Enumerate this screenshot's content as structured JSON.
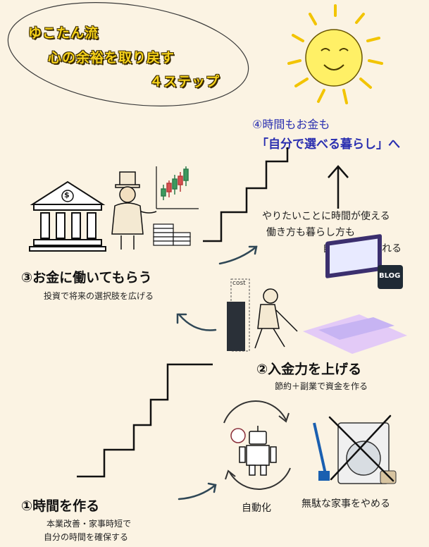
{
  "title": {
    "line1": "ゆこたん流",
    "line2": "心の余裕を取り戻す",
    "line3": "４ステップ"
  },
  "goal": {
    "line1": "④時間もお金も",
    "line2": "「自分で選べる暮らし」へ"
  },
  "result_lines": [
    "やりたいことに時間が使える",
    "働き方も暮らし方も",
    "自分で決められる"
  ],
  "step3": {
    "title": "③お金に働いてもらう",
    "subtitle": "投資で将来の選択肢を広げる",
    "bank_icon_text": "$"
  },
  "step2": {
    "title": "②入金力を上げる",
    "subtitle": "節約＋副業で資金を作る",
    "cost_label": "cost",
    "blog_label": "BLOG"
  },
  "step1": {
    "title": "①時間を作る",
    "subtitle_line1": "本業改善・家事時短で",
    "subtitle_line2": "自分の時間を確保する",
    "automation_label": "自動化",
    "stop_chores_label": "無駄な家事をやめる"
  }
}
